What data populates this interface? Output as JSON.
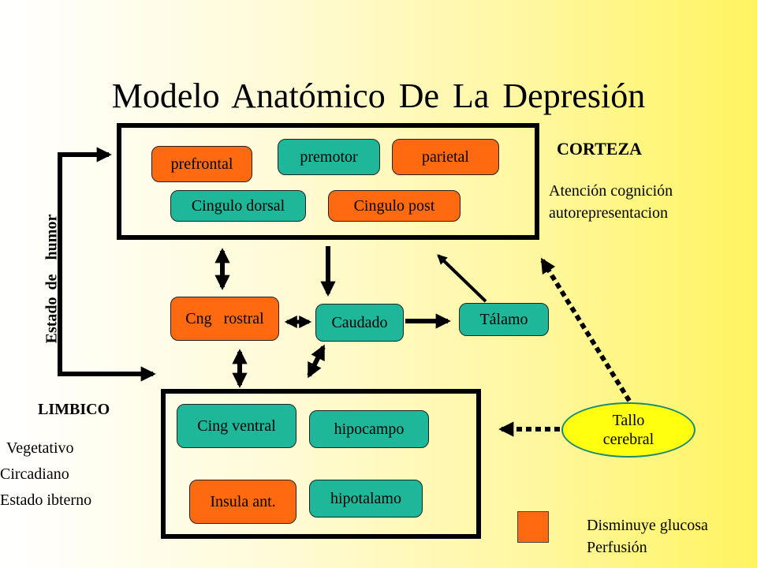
{
  "title": "Modelo Anatómico De La Depresión",
  "corteza": {
    "label": "CORTEZA",
    "description": [
      "Atención cognición",
      "autorepresentacion"
    ],
    "boxes": {
      "prefrontal": "prefrontal",
      "premotor": "premotor",
      "parietal": "parietal",
      "cingulo_dorsal": "Cingulo dorsal",
      "cingulo_post": "Cingulo post"
    }
  },
  "middle": {
    "cng_rostral": "Cng   rostral",
    "caudado": "Caudado",
    "talamo": "Tálamo"
  },
  "limbico": {
    "label": "LIMBICO",
    "description": [
      "Vegetativo",
      "Circadiano",
      "Estado ibterno"
    ],
    "boxes": {
      "cing_ventral": "Cing ventral",
      "hipocampo": "hipocampo",
      "insula_ant": "Insula ant.",
      "hipotalamo": "hipotalamo"
    }
  },
  "estado_de_humor": "Estado de  humor",
  "tallo_cerebral": [
    "Tallo",
    "cerebral"
  ],
  "legend": {
    "color": "#ff6a10",
    "lines": [
      "Disminuye glucosa",
      "Perfusión"
    ]
  },
  "colors": {
    "orange": "#ff6a10",
    "teal": "#1fb79a",
    "yellow": "#ffff10"
  }
}
